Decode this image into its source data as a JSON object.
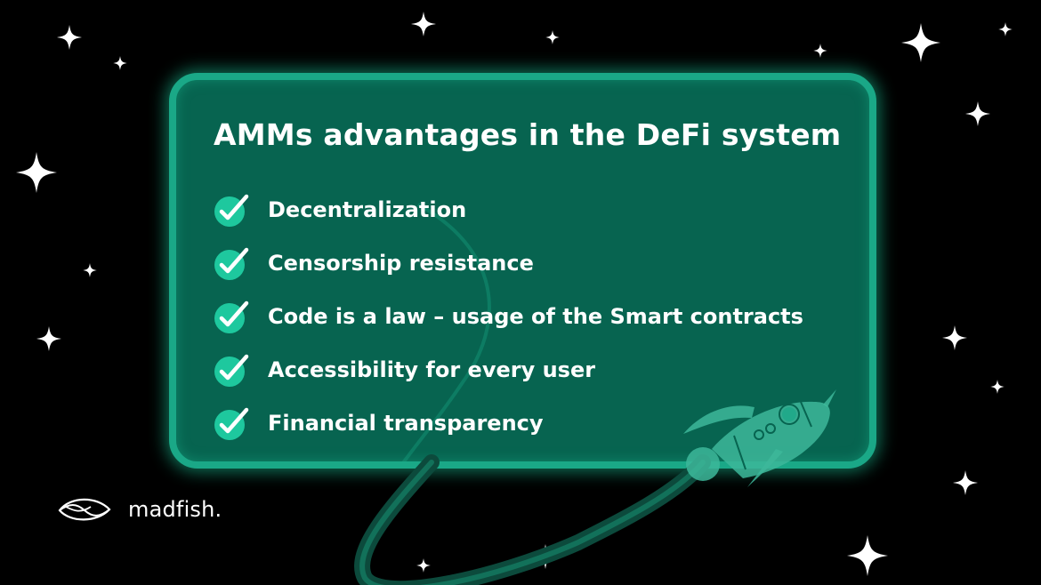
{
  "card": {
    "title": "AMMs advantages in the DeFi system",
    "items": [
      {
        "label": "Decentralization",
        "icon": "check-circle-icon"
      },
      {
        "label": "Censorship resistance",
        "icon": "check-circle-icon"
      },
      {
        "label": "Code is a law – usage of the Smart contracts",
        "icon": "check-circle-icon"
      },
      {
        "label": "Accessibility for every user",
        "icon": "check-circle-icon"
      },
      {
        "label": "Financial transparency",
        "icon": "check-circle-icon"
      }
    ]
  },
  "brand": {
    "name": "madfish.",
    "logo_icon": "madfish-fish-logo-icon"
  },
  "decorations": {
    "illustration": "rocket-icon",
    "background": "starfield"
  },
  "colors": {
    "background": "#000000",
    "card_fill": "#076450",
    "card_border": "#1aa887",
    "check_circle": "#1ec89e",
    "text": "#ffffff",
    "rocket": "#3db79a"
  }
}
